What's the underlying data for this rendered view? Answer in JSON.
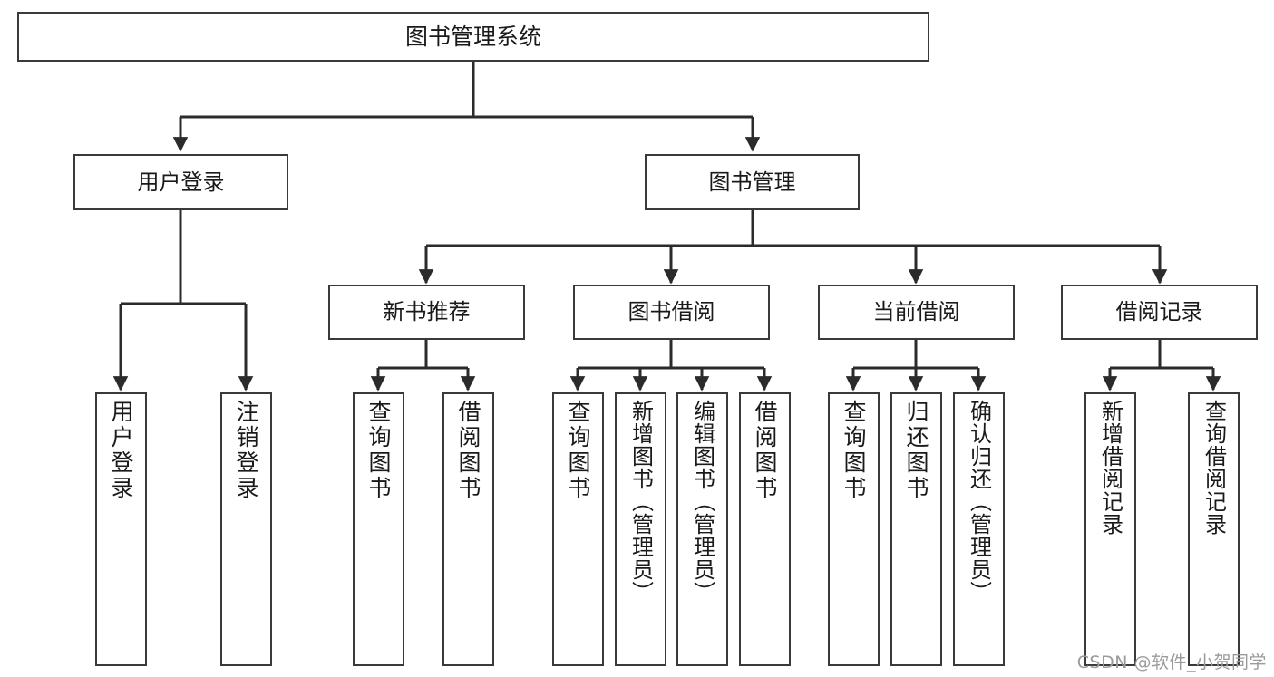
{
  "diagram": {
    "title": "图书管理系统",
    "type": "tree",
    "watermark": "CSDN @软件_小贺同学",
    "colors": {
      "box_border": "#3a3a3a",
      "box_fill": "#ffffff",
      "connector": "#2b2b2b",
      "text": "#1a1a1a",
      "watermark": "#9b9b9b",
      "background": "#ffffff"
    },
    "root": {
      "label": "图书管理系统"
    },
    "branches": [
      {
        "label": "用户登录"
      },
      {
        "label": "图书管理"
      }
    ],
    "subbranches": [
      {
        "label": "新书推荐"
      },
      {
        "label": "图书借阅"
      },
      {
        "label": "当前借阅"
      },
      {
        "label": "借阅记录"
      }
    ],
    "leaves": {
      "user_login": [
        {
          "label": "用户登录"
        },
        {
          "label": "注销登录"
        }
      ],
      "new_book_recommend": [
        {
          "label": "查询图书"
        },
        {
          "label": "借阅图书"
        }
      ],
      "book_borrow": [
        {
          "label": "查询图书"
        },
        {
          "label": "新增图书（管理员）"
        },
        {
          "label": "编辑图书（管理员）"
        },
        {
          "label": "借阅图书"
        }
      ],
      "current_borrow": [
        {
          "label": "查询图书"
        },
        {
          "label": "归还图书"
        },
        {
          "label": "确认归还（管理员）"
        }
      ],
      "borrow_record": [
        {
          "label": "新增借阅记录"
        },
        {
          "label": "查询借阅记录"
        }
      ]
    }
  }
}
